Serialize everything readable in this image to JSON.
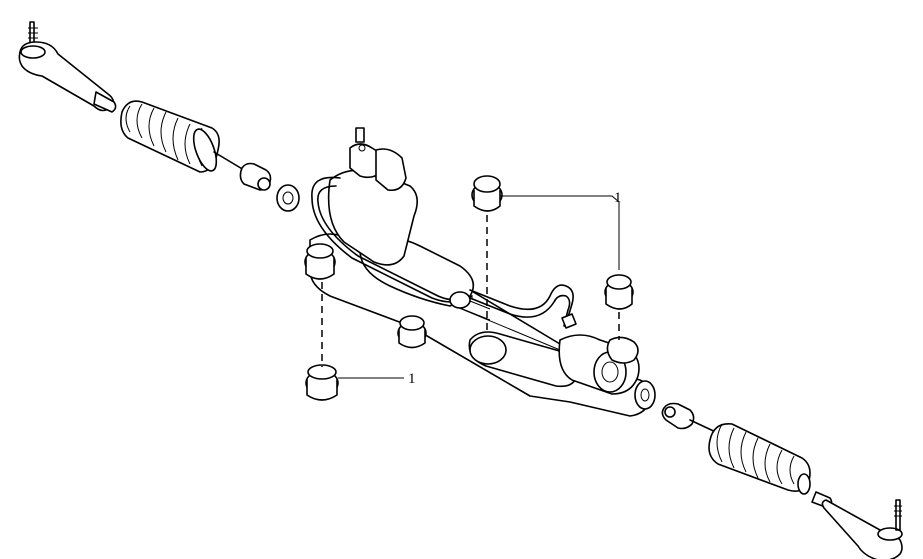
{
  "diagram": {
    "callouts": [
      {
        "label": "1"
      },
      {
        "label": "1"
      }
    ],
    "parts": [
      "tie-rod-end-left",
      "boot-left",
      "inner-tie-rod-left",
      "lock-nut-left",
      "steering-gear-housing",
      "pinion-valve",
      "hydraulic-lines",
      "mount-bushing",
      "mount-bushing",
      "mount-bushing",
      "mount-bushing",
      "mount-bushing",
      "lock-nut-right",
      "inner-tie-rod-right",
      "boot-right",
      "tie-rod-end-right"
    ]
  }
}
